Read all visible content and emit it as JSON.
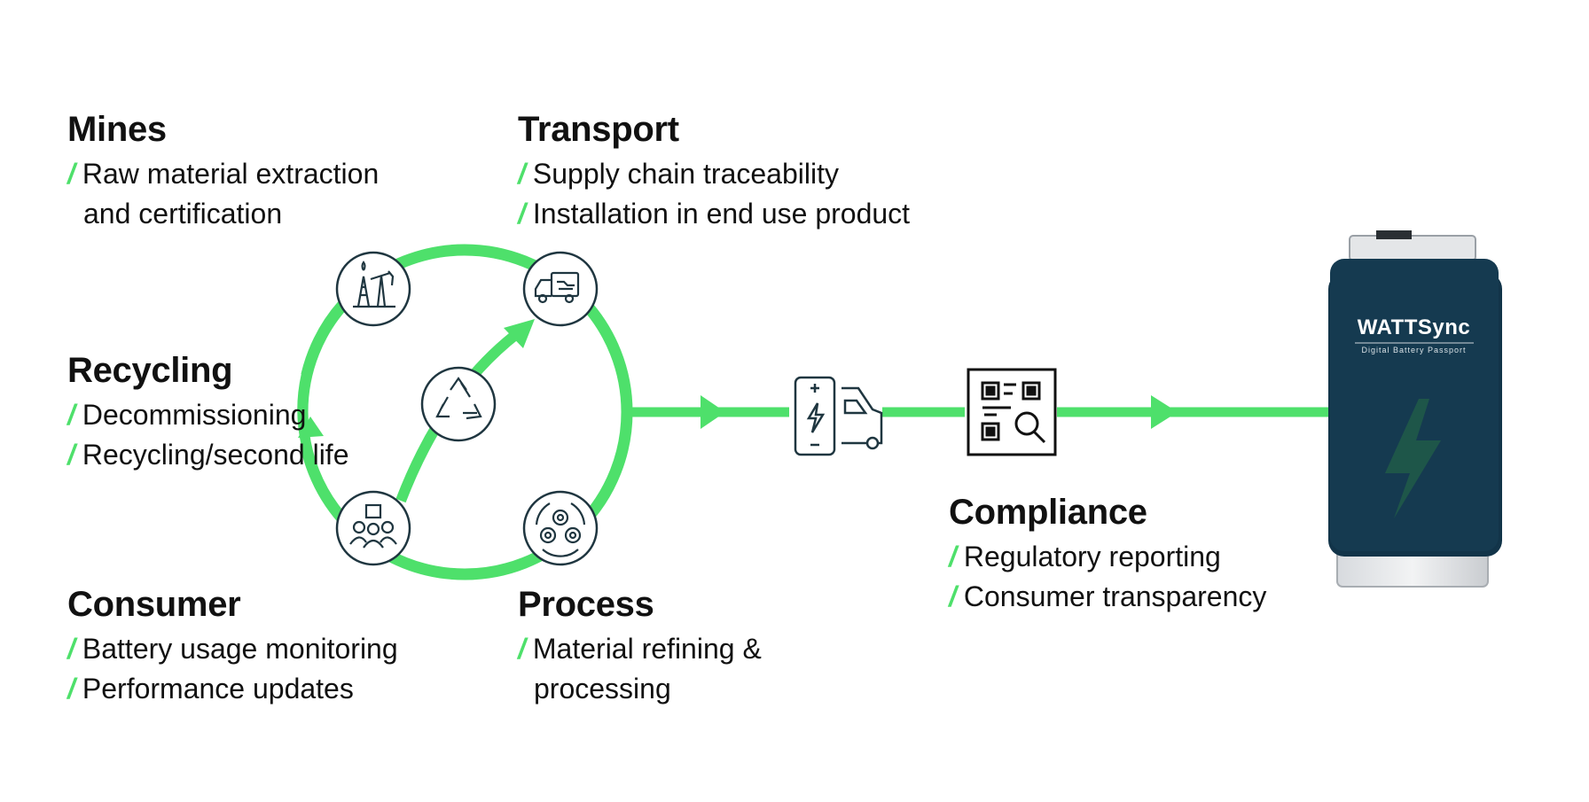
{
  "colors": {
    "accent": "#4ee06b",
    "text": "#111111",
    "icon_stroke": "#1f3640",
    "passport": "#123449"
  },
  "stages": {
    "mines": {
      "title": "Mines",
      "items": [
        "Raw material extraction",
        "and certification"
      ]
    },
    "transport": {
      "title": "Transport",
      "items": [
        "Supply chain traceability",
        "Installation in end use product"
      ]
    },
    "recycling": {
      "title": "Recycling",
      "items": [
        "Decommissioning",
        "Recycling/second life"
      ]
    },
    "consumer": {
      "title": "Consumer",
      "items": [
        "Battery usage monitoring",
        "Performance updates"
      ]
    },
    "process": {
      "title": "Process",
      "items": [
        "Material refining &",
        "processing"
      ]
    },
    "compliance": {
      "title": "Compliance",
      "items": [
        "Regulatory reporting",
        "Consumer transparency"
      ]
    }
  },
  "icons": {
    "mines": "oil-pump-icon",
    "transport": "delivery-truck-icon",
    "center": "recycle-icon",
    "consumer": "consumer-group-icon",
    "process": "gears-icon",
    "battery_car": "battery-car-icon",
    "qr": "qr-scan-icon"
  },
  "passport": {
    "brand": "WATTSync",
    "subtitle": "Digital Battery Passport"
  }
}
